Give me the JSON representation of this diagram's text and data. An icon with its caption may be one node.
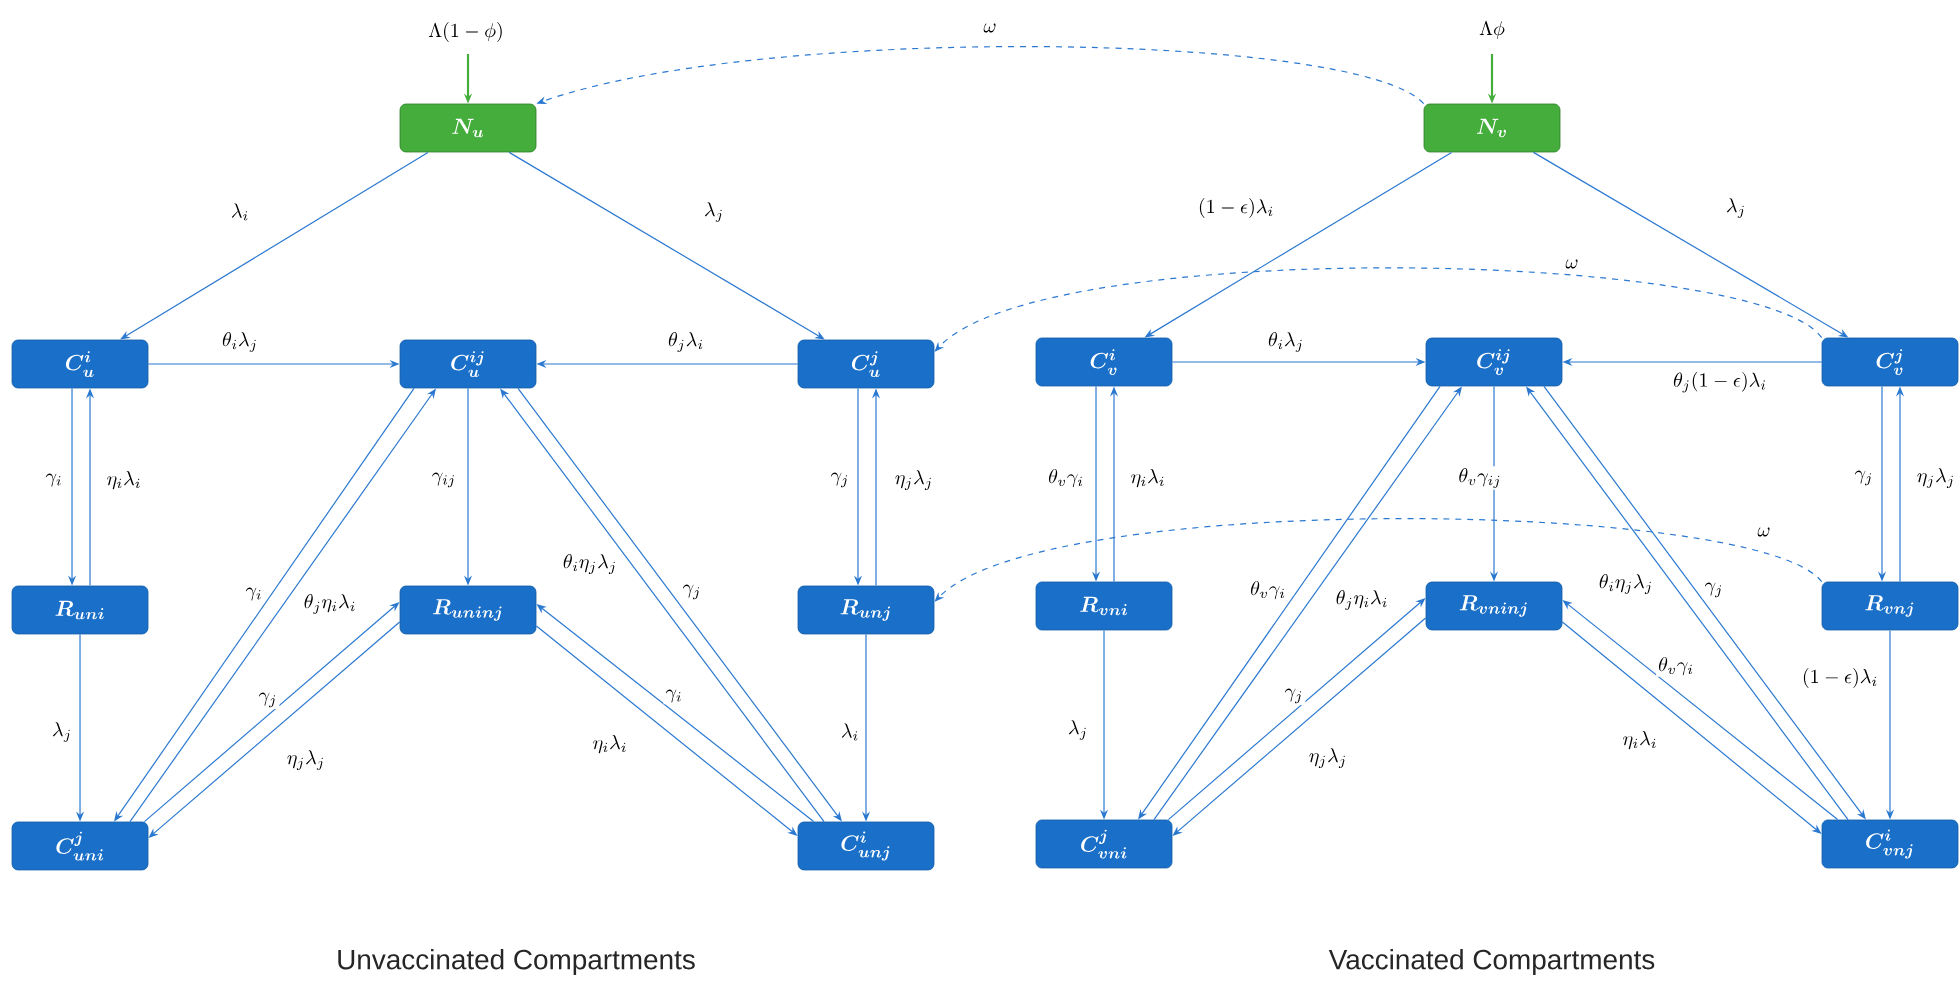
{
  "diagram": {
    "nodes": [
      {
        "text": [
          "N_u"
        ]
      },
      {
        "text": [
          "C_u^i"
        ]
      },
      {
        "text": [
          "C_u^{ij}"
        ]
      },
      {
        "text": [
          "C_u^j"
        ]
      },
      {
        "text": [
          "R_{uni}"
        ]
      },
      {
        "text": [
          "R_{uninj}"
        ]
      },
      {
        "text": [
          "R_{unj}"
        ]
      },
      {
        "text": [
          "C_{uni}^j"
        ]
      },
      {
        "text": [
          "C_{unj}^i"
        ]
      },
      {
        "text": [
          "N_v"
        ]
      },
      {
        "text": [
          "C_v^i"
        ]
      },
      {
        "text": [
          "C_v^{ij}"
        ]
      },
      {
        "text": [
          "C_v^j"
        ]
      },
      {
        "text": [
          "R_{vni}"
        ]
      },
      {
        "text": [
          "R_{vninj}"
        ]
      },
      {
        "text": [
          "R_{vnj}"
        ]
      },
      {
        "text": [
          "C_{vni}^j"
        ]
      },
      {
        "text": [
          "C_{vnj}^i"
        ]
      }
    ],
    "edges": [
      {
        "from": null,
        "to": 0,
        "arrow": "to",
        "label": "\\Lambda(1-\\phi)",
        "color": "#44ad3c"
      },
      {
        "from": 0,
        "to": 1,
        "arrow": "to",
        "label": "\\lambda_i"
      },
      {
        "from": 0,
        "to": 3,
        "arrow": "to",
        "label": "\\lambda_j"
      },
      {
        "from": 1,
        "to": 2,
        "arrow": "to",
        "label": "\\theta_i\\lambda_j"
      },
      {
        "from": 3,
        "to": 2,
        "arrow": "to",
        "label": "\\theta_j\\lambda_i"
      },
      {
        "from": 1,
        "to": 4,
        "arrow": "to",
        "label": "\\gamma_i"
      },
      {
        "from": 4,
        "to": 1,
        "arrow": "to",
        "label": "\\eta_i\\lambda_i"
      },
      {
        "from": 2,
        "to": 5,
        "arrow": "to",
        "label": "\\gamma_{ij}"
      },
      {
        "from": 3,
        "to": 6,
        "arrow": "to",
        "label": "\\gamma_j"
      },
      {
        "from": 6,
        "to": 3,
        "arrow": "to",
        "label": "\\eta_j\\lambda_j"
      },
      {
        "from": 4,
        "to": 7,
        "arrow": "to",
        "label": "\\lambda_j"
      },
      {
        "from": 6,
        "to": 8,
        "arrow": "to",
        "label": "\\lambda_i"
      },
      {
        "from": 2,
        "to": 7,
        "arrow": "to",
        "label": "\\gamma_i"
      },
      {
        "from": 7,
        "to": 2,
        "arrow": "to",
        "label": "\\theta_j\\eta_i\\lambda_i"
      },
      {
        "from": 7,
        "to": 5,
        "arrow": "to",
        "label": "\\gamma_j"
      },
      {
        "from": 5,
        "to": 7,
        "arrow": "to",
        "label": "\\eta_j\\lambda_j"
      },
      {
        "from": 8,
        "to": 2,
        "arrow": "to",
        "label": "\\theta_i\\eta_j\\lambda_j"
      },
      {
        "from": 2,
        "to": 8,
        "arrow": "to",
        "label": "\\gamma_j"
      },
      {
        "from": 8,
        "to": 5,
        "arrow": "to",
        "label": "\\gamma_i"
      },
      {
        "from": 5,
        "to": 8,
        "arrow": "to",
        "label": "\\eta_i\\lambda_i"
      },
      {
        "from": 9,
        "to": 0,
        "arrow": "to",
        "label": "\\omega",
        "style": "dashed"
      },
      {
        "from": 12,
        "to": 3,
        "arrow": "to",
        "label": "\\omega",
        "style": "dashed"
      },
      {
        "from": 15,
        "to": 6,
        "arrow": "to",
        "label": "\\omega",
        "style": "dashed"
      },
      {
        "from": null,
        "to": 9,
        "arrow": "to",
        "label": "\\Lambda\\phi",
        "color": "#44ad3c"
      },
      {
        "from": 9,
        "to": 10,
        "arrow": "to",
        "label": "(1-\\epsilon)\\lambda_i"
      },
      {
        "from": 9,
        "to": 12,
        "arrow": "to",
        "label": "\\lambda_j"
      },
      {
        "from": 10,
        "to": 11,
        "arrow": "to",
        "label": "\\theta_i\\lambda_j"
      },
      {
        "from": 12,
        "to": 11,
        "arrow": "to",
        "label": "\\theta_j(1-\\epsilon)\\lambda_i"
      },
      {
        "from": 10,
        "to": 13,
        "arrow": "to",
        "label": "\\theta_v\\gamma_i"
      },
      {
        "from": 13,
        "to": 10,
        "arrow": "to",
        "label": "\\eta_i\\lambda_i"
      },
      {
        "from": 11,
        "to": 14,
        "arrow": "to",
        "label": "\\theta_v\\gamma_{ij}"
      },
      {
        "from": 12,
        "to": 15,
        "arrow": "to",
        "label": "\\gamma_j"
      },
      {
        "from": 15,
        "to": 12,
        "arrow": "to",
        "label": "\\eta_j\\lambda_j"
      },
      {
        "from": 13,
        "to": 16,
        "arrow": "to",
        "label": "\\lambda_j"
      },
      {
        "from": 15,
        "to": 17,
        "arrow": "to",
        "label": "(1-\\epsilon)\\lambda_i"
      },
      {
        "from": 11,
        "to": 16,
        "arrow": "to",
        "label": "\\theta_v\\gamma_i"
      },
      {
        "from": 16,
        "to": 11,
        "arrow": "to",
        "label": "\\theta_j\\eta_i\\lambda_i"
      },
      {
        "from": 16,
        "to": 14,
        "arrow": "to",
        "label": "\\gamma_j"
      },
      {
        "from": 14,
        "to": 16,
        "arrow": "to",
        "label": "\\eta_j\\lambda_j"
      },
      {
        "from": 17,
        "to": 11,
        "arrow": "to",
        "label": "\\theta_i\\eta_j\\lambda_j"
      },
      {
        "from": 11,
        "to": 17,
        "arrow": "to",
        "label": "\\gamma_j"
      },
      {
        "from": 17,
        "to": 14,
        "arrow": "to",
        "label": "\\theta_v\\gamma_i"
      },
      {
        "from": 14,
        "to": 17,
        "arrow": "to",
        "label": "\\eta_i\\lambda_i"
      }
    ],
    "labels": [
      "Unvaccinated Compartments",
      "Vaccinated Compartments"
    ]
  }
}
